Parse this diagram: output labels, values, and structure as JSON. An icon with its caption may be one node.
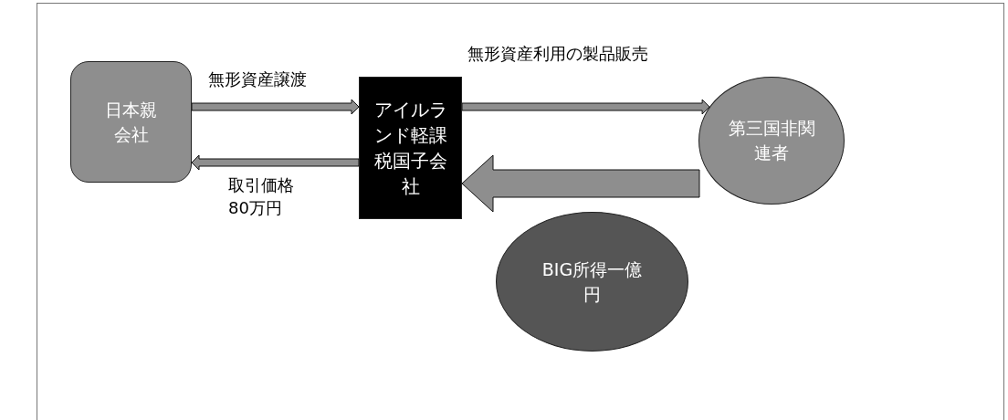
{
  "diagram": {
    "nodes": [
      {
        "text": [
          "日本親会社"
        ]
      },
      {
        "text": [
          "アイルランド軽課税国子会社"
        ]
      },
      {
        "text": [
          "第三国非関連者"
        ]
      },
      {
        "text": [
          "BIG所得一億円"
        ]
      }
    ],
    "edges": [
      {
        "from": 0,
        "to": 1,
        "arrow": "to",
        "label": "無形資産譲渡"
      },
      {
        "from": 1,
        "to": 0,
        "arrow": "to",
        "label": "取引価格80万円"
      },
      {
        "from": 1,
        "to": 2,
        "arrow": "to",
        "label": "無形資産利用の製品販売"
      },
      {
        "from": 2,
        "to": 1,
        "arrow": "to",
        "style": "thick"
      }
    ]
  }
}
